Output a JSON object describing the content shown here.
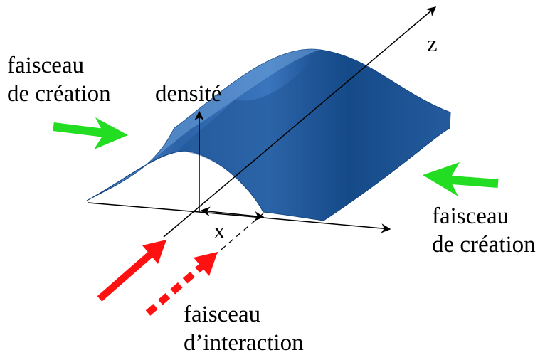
{
  "labels": {
    "z_axis": "z",
    "density_axis": "densité",
    "x_distance": "x",
    "creation_beam_left": {
      "line1": "faisceau",
      "line2": "de création"
    },
    "creation_beam_right": {
      "line1": "faisceau",
      "line2": "de création"
    },
    "interaction_beam": {
      "line1": "faisceau",
      "line2": "d’interaction"
    }
  },
  "colors": {
    "surface_dark": "#0b3d7a",
    "surface_mid": "#2c63a8",
    "surface_light": "#5d93d0",
    "creation_beam": "#22dd22",
    "interaction_beam": "#ff1111",
    "axes": "#000000"
  }
}
